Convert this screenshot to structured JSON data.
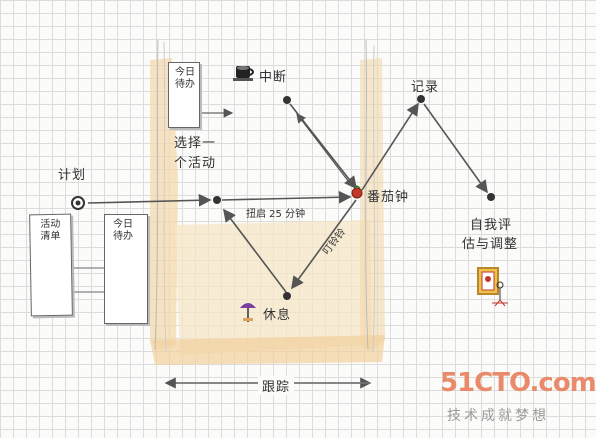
{
  "nodes": {
    "plan": "计划",
    "choose_activity_line1": "选择一",
    "choose_activity_line2": "个活动",
    "interrupt": "中断",
    "record": "记录",
    "pomodoro": "番茄钟",
    "start_25": "扭启 25 分钟",
    "ring": "叮铃铃",
    "rest": "休息",
    "self_eval_line1": "自我评",
    "self_eval_line2": "估与调整",
    "tracking": "跟踪"
  },
  "cards": {
    "todo_top_line1": "今日",
    "todo_top_line2": "待办",
    "activity_list_line1": "活动",
    "activity_list_line2": "清单",
    "todo_left_line1": "今日",
    "todo_left_line2": "待办"
  },
  "watermark": {
    "brand": "51CTO.com",
    "slogan": "技术成就梦想"
  }
}
